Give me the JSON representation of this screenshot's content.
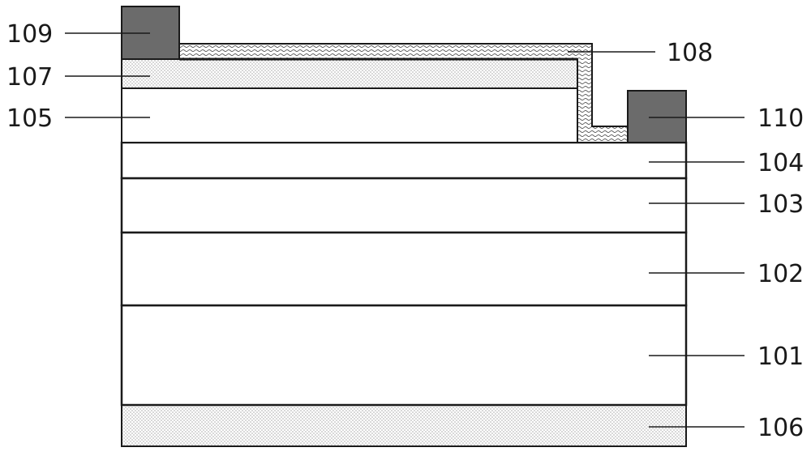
{
  "labels": {
    "l109": "109",
    "l107": "107",
    "l105": "105",
    "l108": "108",
    "l110": "110",
    "l104": "104",
    "l103": "103",
    "l102": "102",
    "l101": "101",
    "l106": "106"
  },
  "colors": {
    "electrode": "#6b6b6b",
    "outline": "#1a1a1a",
    "background": "#ffffff"
  }
}
